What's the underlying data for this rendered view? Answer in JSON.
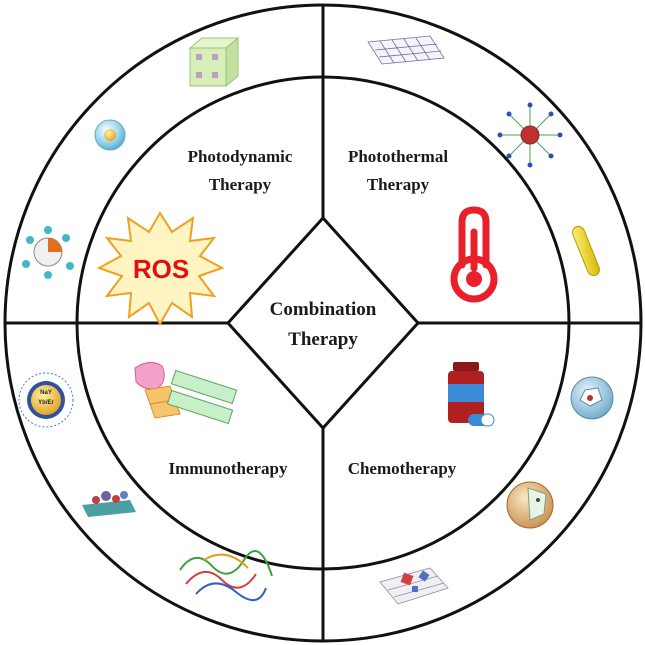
{
  "center": {
    "line1": "Combination",
    "line2": "Therapy"
  },
  "quadrants": {
    "top_left": {
      "line1": "Photodynamic",
      "line2": "Therapy"
    },
    "top_right": {
      "line1": "Photothermal",
      "line2": "Therapy"
    },
    "bottom_left": {
      "line1": "Immunotherapy"
    },
    "bottom_right": {
      "line1": "Chemotherapy"
    }
  },
  "icons": {
    "ros_burst": "ROS",
    "upconversion_particle": "Yb/Er",
    "upconversion_shell": "NaY"
  },
  "colors": {
    "ring_stroke": "#111111",
    "burst_fill": "#fff4c2",
    "burst_stroke": "#f0a020",
    "ros_text": "#e01010",
    "thermometer": "#e8202a",
    "drug_bottle": "#b02020",
    "gold_rod": "#f2d21a"
  }
}
